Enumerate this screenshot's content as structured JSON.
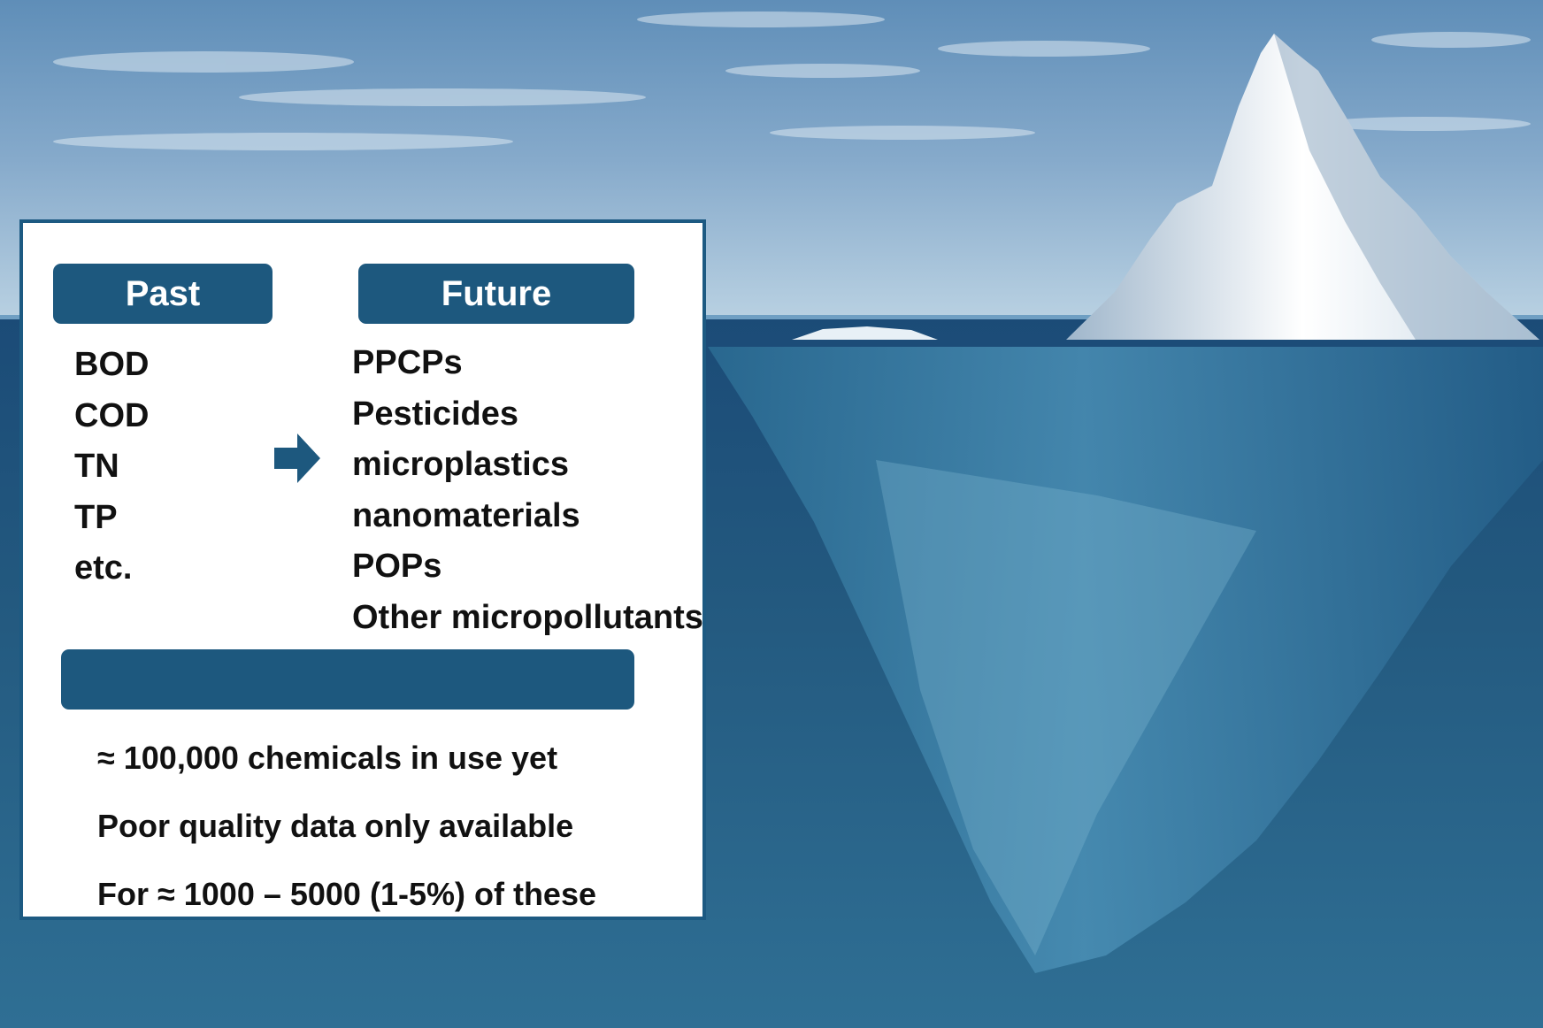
{
  "panel": {
    "past_header": "Past",
    "future_header": "Future",
    "past_items": [
      "BOD",
      "COD",
      "TN",
      "TP",
      "etc."
    ],
    "future_items": [
      "PPCPs",
      "Pesticides",
      "microplastics",
      "nanomaterials",
      "POPs",
      "Other micropollutants"
    ],
    "notes": [
      "≈ 100,000 chemicals in use yet",
      "Poor quality data only available",
      "For ≈ 1000 – 5000 (1-5%) of these"
    ]
  },
  "icons": {
    "transition": "arrow-right-icon",
    "background": "iceberg-icon"
  },
  "colors": {
    "header_fill": "#1d587e",
    "panel_border": "#1d5a82",
    "sky_top": "#5f8eb8",
    "sky_bottom": "#b9d1e2",
    "water_top": "#1b4b77",
    "water_bottom": "#2e6c93"
  }
}
